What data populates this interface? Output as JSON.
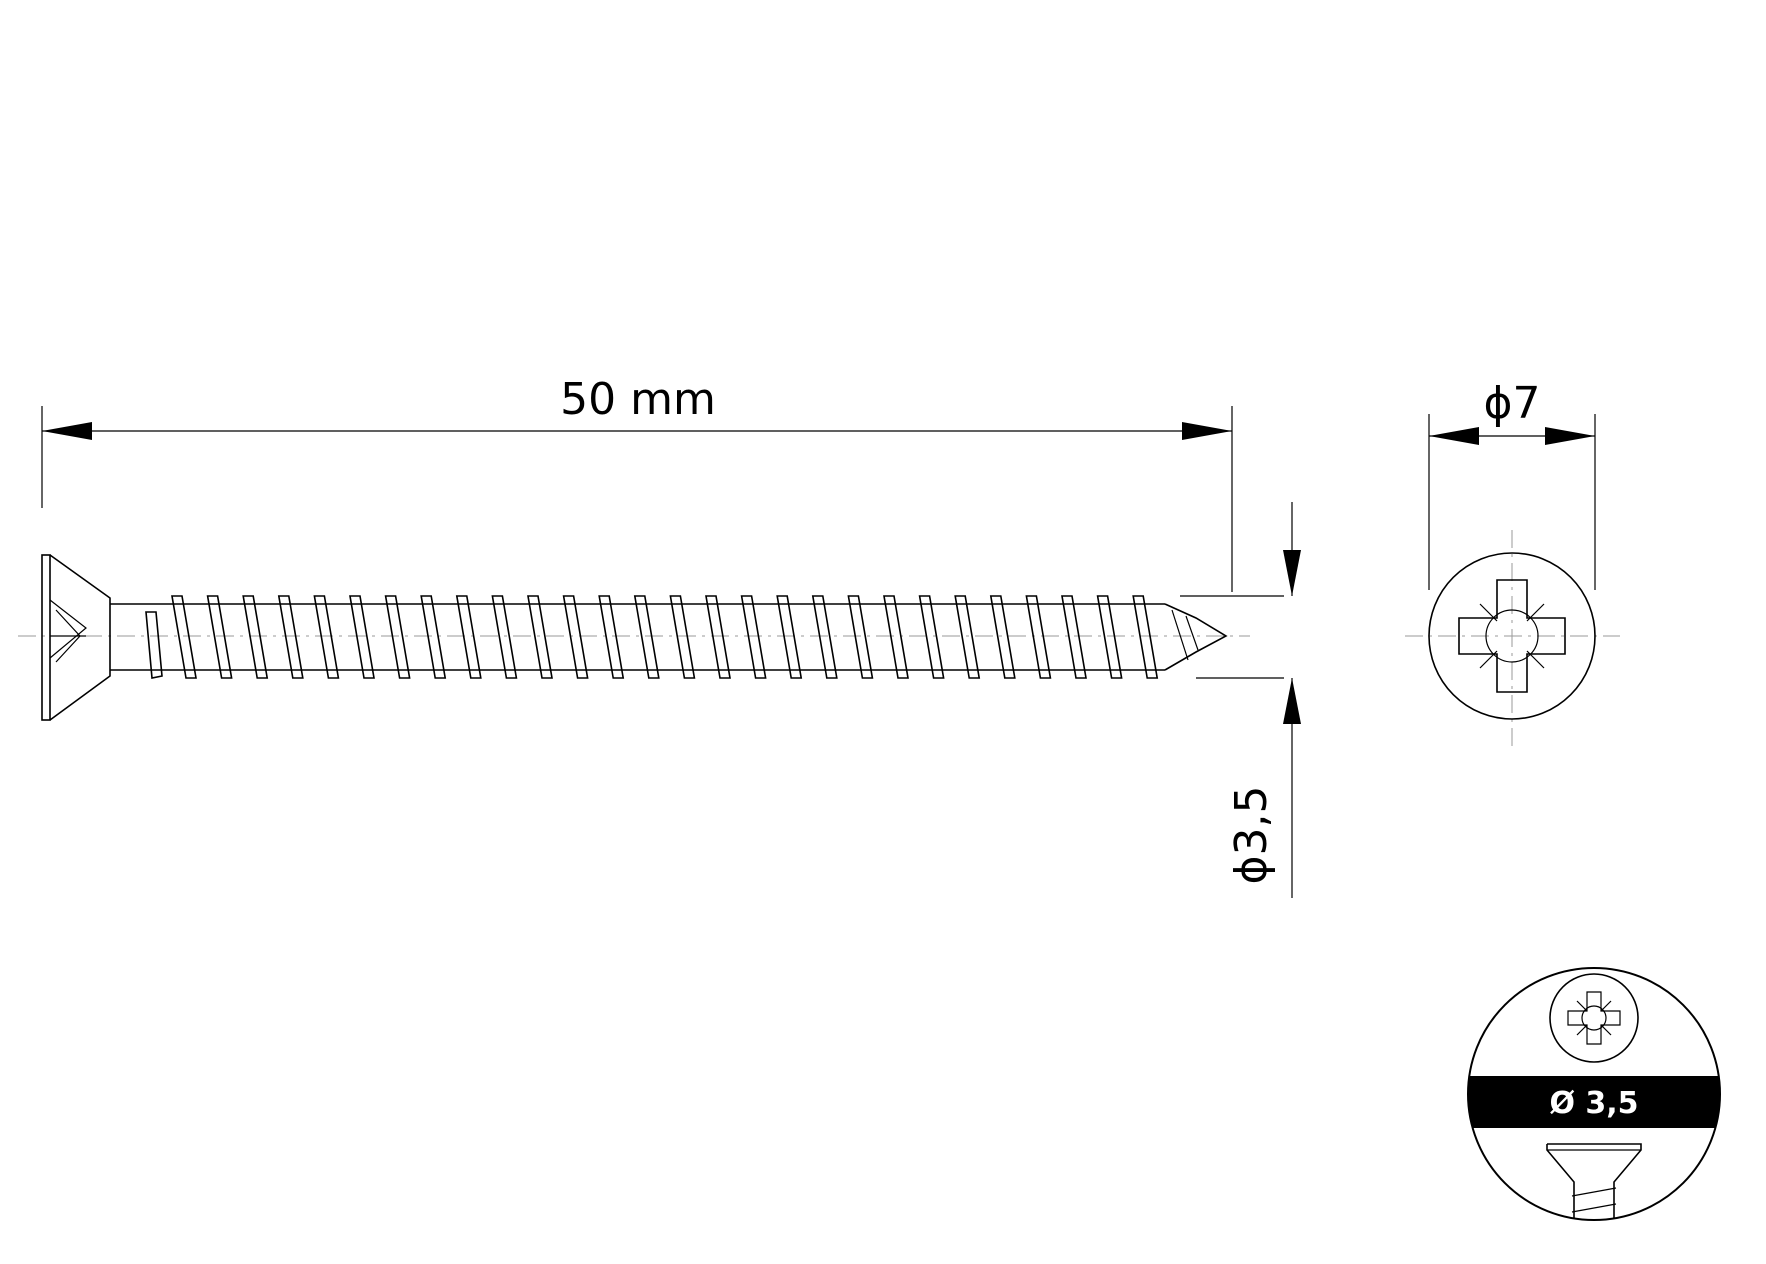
{
  "dimensions": {
    "length_label": "50 mm",
    "head_diameter_label": "ϕ7",
    "shank_diameter_label": "ϕ3,5"
  },
  "badge": {
    "label": "Ø 3,5",
    "band_color": "#000000",
    "text_color": "#ffffff"
  },
  "icons": {
    "drive": "pozidriv-cross-icon",
    "head": "countersunk-head-icon"
  },
  "colors": {
    "line": "#000000",
    "centerline": "#9a9a9a",
    "background": "#ffffff"
  }
}
